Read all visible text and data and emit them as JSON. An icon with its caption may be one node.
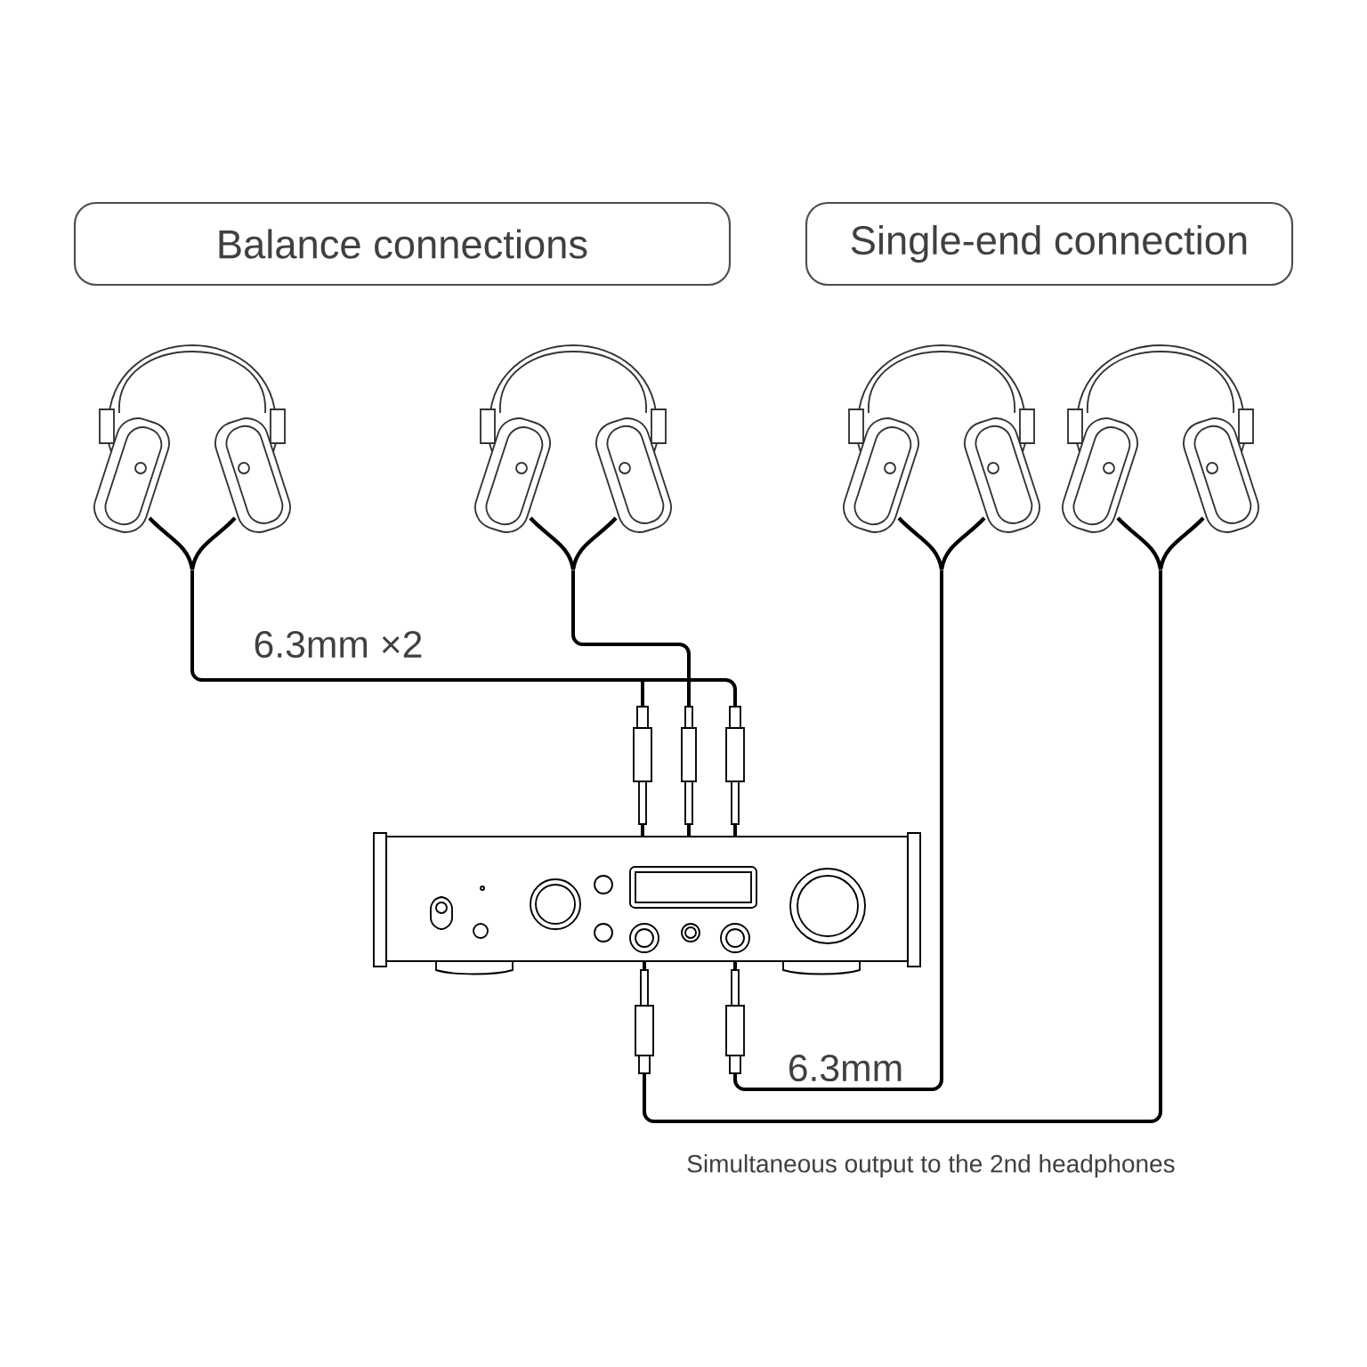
{
  "diagram": {
    "nodes": [
      {
        "text": [
          "Balance connections"
        ]
      },
      {
        "text": [
          "Single-end connection"
        ]
      },
      {
        "text": [],
        "shape": "picture"
      },
      {
        "text": [],
        "shape": "picture"
      },
      {
        "text": [],
        "shape": "picture"
      },
      {
        "text": [],
        "shape": "picture"
      },
      {
        "text": [],
        "shape": "picture"
      }
    ],
    "edges": [
      {
        "from": 2,
        "to": 6,
        "arrow": "none",
        "label": "6.3mm ×2"
      },
      {
        "from": 3,
        "to": 6,
        "arrow": "none"
      },
      {
        "from": 4,
        "to": 6,
        "arrow": "other",
        "label": "6.3mm"
      },
      {
        "from": 5,
        "to": 6,
        "arrow": "other"
      }
    ],
    "labels": [
      "Simultaneous output to the 2nd headphones"
    ]
  }
}
